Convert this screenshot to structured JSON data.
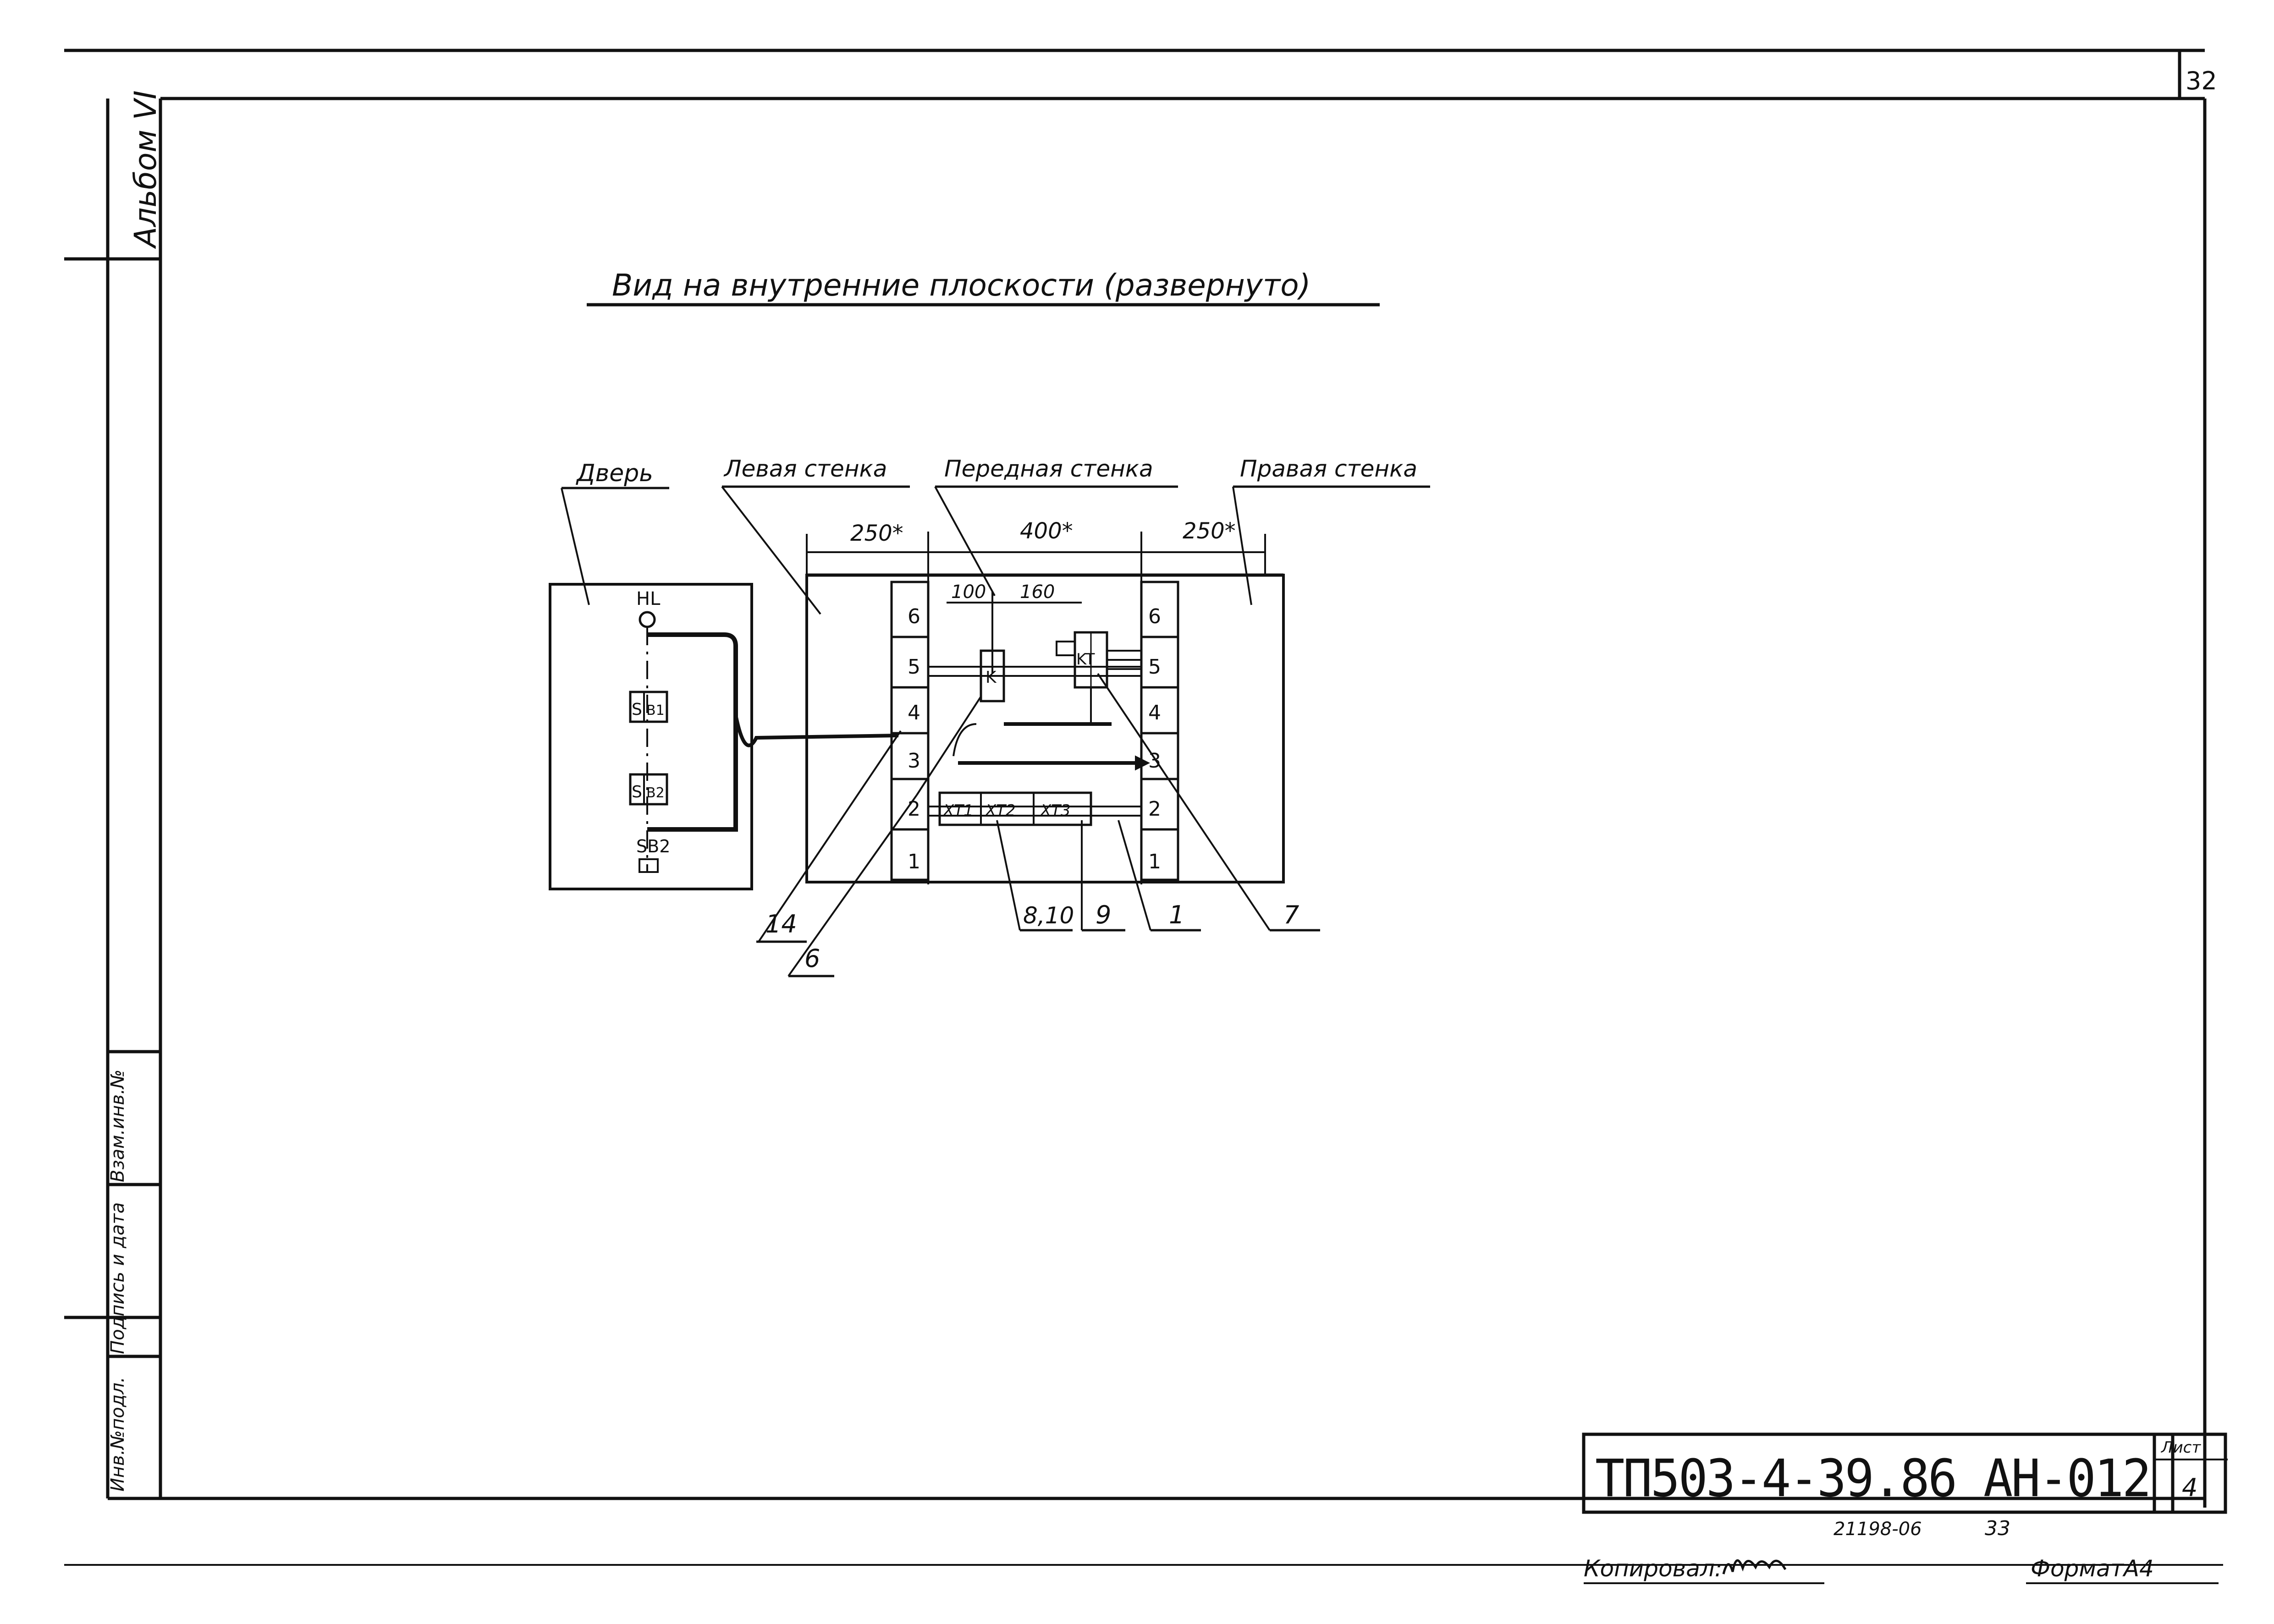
{
  "sheet_corner": "32",
  "album_label": "Альбом VI",
  "title": "Вид на внутренние плоскости (развернуто)",
  "labels": {
    "door": "Дверь",
    "left_wall": "Левая стенка",
    "front_wall": "Передная стенка",
    "right_wall": "Правая стенка"
  },
  "dimensions": {
    "left": "250*",
    "front": "400*",
    "right": "250*",
    "inner_a": "100",
    "inner_b": "160"
  },
  "door_devices": [
    "HL",
    "SB1",
    "SB2",
    "SB2"
  ],
  "door_devices_display": {
    "hl": "HL",
    "sb1_s": "S",
    "sb1_b": "B1",
    "sb2a_s": "S",
    "sb2a_b": "B2",
    "sb2b": "SB2"
  },
  "din_rail_marks": [
    "1",
    "2",
    "3",
    "4",
    "5",
    "6"
  ],
  "components": {
    "k": "K",
    "kt": "KT",
    "xt1": "XT1",
    "xt2": "XT2",
    "xt3": "XT3"
  },
  "callouts": [
    "14",
    "6",
    "8,10",
    "9",
    "1",
    "7"
  ],
  "stamp_side": [
    "Инв.№подл.",
    "Подпись и дата",
    "Взам.инв.№"
  ],
  "doc_number": "ТП503-4-39.86 АН-012",
  "sheet_label": "Лист",
  "sheet_number": "4",
  "order_number": "21198-06",
  "order_page": "33",
  "copied_label": "Копировал:",
  "format_label": "ФорматА4"
}
